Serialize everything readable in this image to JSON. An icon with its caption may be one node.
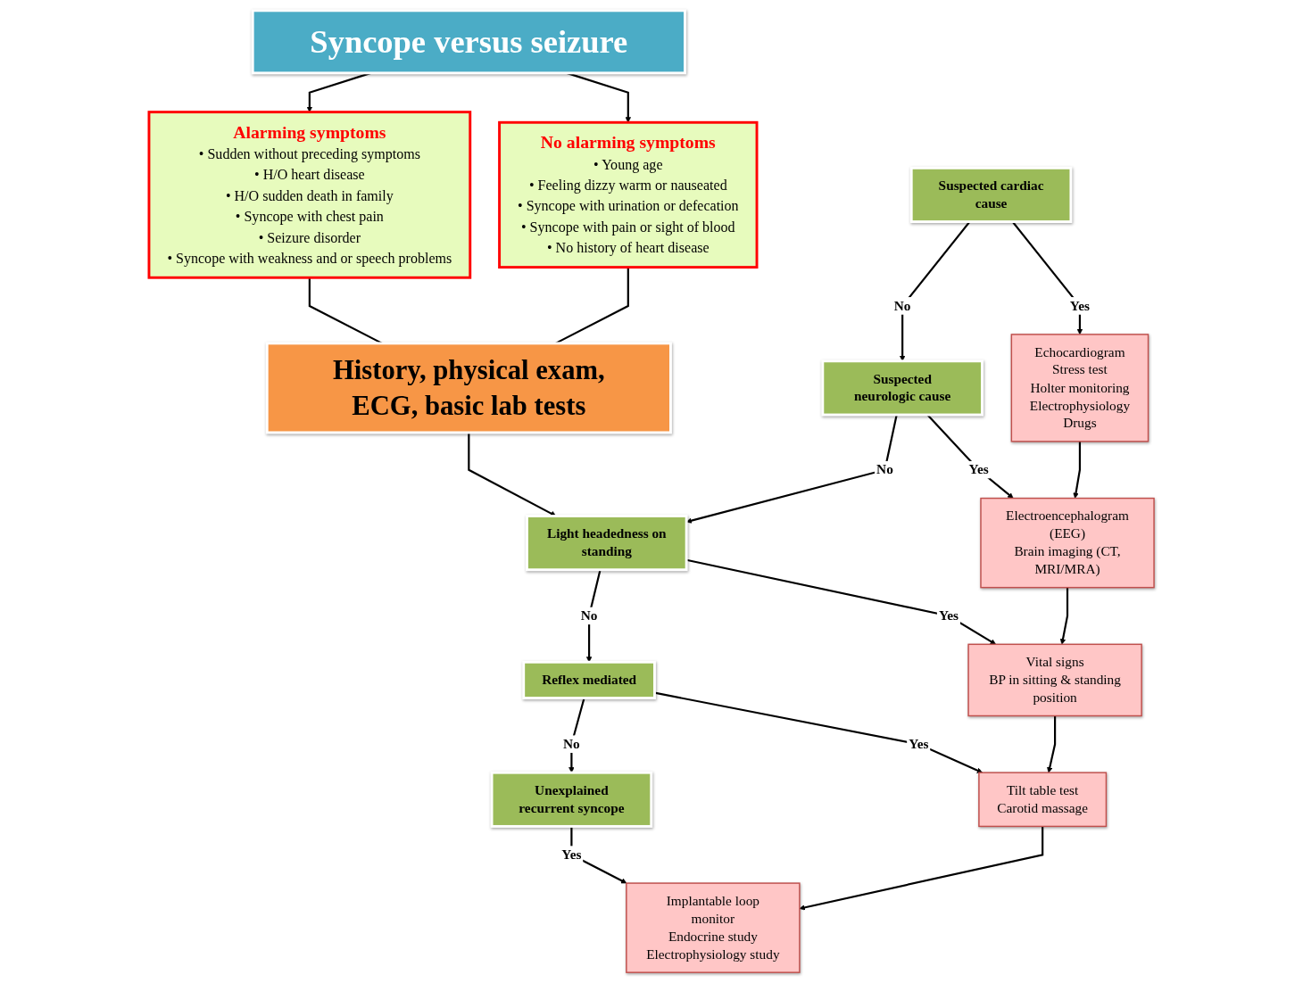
{
  "diagram": {
    "nodes": [
      {
        "text": [
          "Syncope versus seizure"
        ]
      },
      {
        "text": [
          "Alarming symptoms",
          "• Sudden without preceding symptoms",
          "• H/O heart disease",
          "• H/O sudden death in family",
          "• Syncope with chest pain",
          "• Seizure disorder",
          "• Syncope with weakness and or speech problems"
        ]
      },
      {
        "text": [
          "No alarming symptoms",
          "• Young age",
          "• Feeling dizzy warm or nauseated",
          "• Syncope with urination or defecation",
          "• Syncope with pain or sight of blood",
          "• No history of heart disease"
        ]
      },
      {
        "text": [
          "History, physical exam, ECG, basic lab tests"
        ]
      },
      {
        "text": [
          "Suspected cardiac cause"
        ]
      },
      {
        "text": [
          "Suspected neurologic cause"
        ]
      },
      {
        "text": [
          "Light headedness on standing"
        ]
      },
      {
        "text": [
          "Reflex mediated"
        ]
      },
      {
        "text": [
          "Unexplained recurrent syncope"
        ]
      },
      {
        "text": [
          "Echocardiogram",
          "Stress test",
          "Holter monitoring",
          "Electrophysiology",
          "Drugs"
        ]
      },
      {
        "text": [
          "Electroencephalogram (EEG)",
          "Brain imaging (CT, MRI/MRA)"
        ]
      },
      {
        "text": [
          "Vital signs",
          "BP in sitting & standing position"
        ]
      },
      {
        "text": [
          "Tilt table test",
          "Carotid massage"
        ]
      },
      {
        "text": [
          "Implantable loop monitor",
          "Endocrine study",
          "Electrophysiology study"
        ]
      }
    ],
    "edges": [
      {
        "from": 0,
        "to": 1,
        "arrow": "to"
      },
      {
        "from": 0,
        "to": 2,
        "arrow": "to"
      },
      {
        "from": 1,
        "to": 3,
        "arrow": "none"
      },
      {
        "from": 2,
        "to": 3,
        "arrow": "none"
      },
      {
        "from": 3,
        "to": 6,
        "arrow": "to"
      },
      {
        "from": 4,
        "to": 5,
        "arrow": "to",
        "label": "No"
      },
      {
        "from": 5,
        "to": 6,
        "arrow": "to",
        "label": "No"
      },
      {
        "from": 6,
        "to": 7,
        "arrow": "to",
        "label": "No"
      },
      {
        "from": 7,
        "to": 8,
        "arrow": "to",
        "label": "No"
      },
      {
        "from": 4,
        "to": 9,
        "arrow": "to",
        "label": "Yes"
      },
      {
        "from": 5,
        "to": 10,
        "arrow": "to",
        "label": "Yes"
      },
      {
        "from": 6,
        "to": 11,
        "arrow": "to",
        "label": "Yes"
      },
      {
        "from": 7,
        "to": 12,
        "arrow": "to",
        "label": "Yes"
      },
      {
        "from": 8,
        "to": 13,
        "arrow": "to",
        "label": "Yes"
      },
      {
        "from": 9,
        "to": 10,
        "arrow": "to"
      },
      {
        "from": 10,
        "to": 11,
        "arrow": "to"
      },
      {
        "from": 11,
        "to": 12,
        "arrow": "to"
      },
      {
        "from": 12,
        "to": 13,
        "arrow": "to"
      }
    ]
  }
}
